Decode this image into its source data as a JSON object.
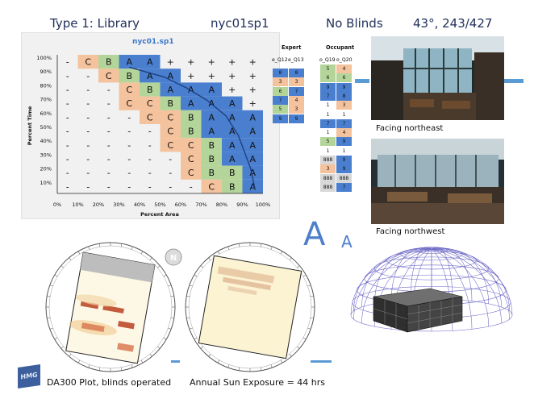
{
  "header": {
    "title": "Type 1: Library",
    "code": "nyc01sp1",
    "blinds": "No Blinds",
    "stats": "43°,  243/427"
  },
  "grid_plot": {
    "subtitle": "nyc01.sp1",
    "ylabel": "Percent Time",
    "xlabel": "Percent Area",
    "x_ticks": [
      "0%",
      "10%",
      "20%",
      "30%",
      "40%",
      "50%",
      "60%",
      "70%",
      "80%",
      "90%",
      "100%"
    ],
    "y_ticks": [
      "100%",
      "90%",
      "80%",
      "70%",
      "60%",
      "50%",
      "40%",
      "30%",
      "20%",
      "10%"
    ],
    "rows": [
      [
        "-",
        "C",
        "B",
        "A",
        "A",
        "+",
        "+",
        "+",
        "+",
        "+"
      ],
      [
        "-",
        "-",
        "C",
        "B",
        "A",
        "A",
        "+",
        "+",
        "+",
        "+"
      ],
      [
        "-",
        "-",
        "-",
        "C",
        "B",
        "A",
        "A",
        "A",
        "+",
        "+"
      ],
      [
        "-",
        "-",
        "-",
        "C",
        "C",
        "B",
        "A",
        "A",
        "A",
        "+"
      ],
      [
        "-",
        "-",
        "-",
        "-",
        "C",
        "C",
        "B",
        "A",
        "A",
        "A"
      ],
      [
        "-",
        "-",
        "-",
        "-",
        "-",
        "C",
        "B",
        "A",
        "A",
        "A"
      ],
      [
        "-",
        "-",
        "-",
        "-",
        "-",
        "C",
        "C",
        "B",
        "A",
        "A"
      ],
      [
        "-",
        "-",
        "-",
        "-",
        "-",
        "-",
        "C",
        "B",
        "A",
        "A"
      ],
      [
        "-",
        "-",
        "-",
        "-",
        "-",
        "-",
        "C",
        "B",
        "B",
        "A"
      ],
      [
        "-",
        "-",
        "-",
        "-",
        "-",
        "-",
        "-",
        "C",
        "B",
        "A"
      ]
    ],
    "colors": {
      "A": "#4a7fcf",
      "B": "#b4d59a",
      "C": "#f4c29c",
      "+": "#ffffff",
      "-": "#ffffff"
    }
  },
  "legend": {
    "expert_head": "Expert",
    "occupant_head": "Occupant",
    "cols": [
      "e_Q12",
      "e_Q13",
      "o_Q19",
      "o_Q20"
    ],
    "expert_rows": [
      [
        "8",
        "8",
        "#4a7fcf",
        "#4a7fcf"
      ],
      [
        "3",
        "3",
        "#f4c29c",
        "#f4c29c"
      ],
      [
        "6",
        "7",
        "#b4d59a",
        "#4a7fcf"
      ],
      [
        "7",
        "4",
        "#4a7fcf",
        "#f4c29c"
      ],
      [
        "5",
        "3",
        "#b4d59a",
        "#f4c29c"
      ],
      [
        "9",
        "9",
        "#4a7fcf",
        "#4a7fcf"
      ]
    ],
    "occupant_rows": [
      [
        "5",
        "4",
        "#b4d59a",
        "#f4c29c"
      ],
      [
        "6",
        "6",
        "#b4d59a",
        "#b4d59a"
      ],
      [
        "9",
        "9",
        "#4a7fcf",
        "#4a7fcf"
      ],
      [
        "7",
        "8",
        "#4a7fcf",
        "#4a7fcf"
      ],
      [
        "1",
        "3",
        "#ffffff",
        "#f4c29c"
      ],
      [
        "1",
        "1",
        "#ffffff",
        "#ffffff"
      ],
      [
        "7",
        "7",
        "#4a7fcf",
        "#4a7fcf"
      ],
      [
        "1",
        "4",
        "#ffffff",
        "#f4c29c"
      ],
      [
        "5",
        "9",
        "#b4d59a",
        "#4a7fcf"
      ],
      [
        "1",
        "1",
        "#ffffff",
        "#ffffff"
      ],
      [
        "888",
        "9",
        "#d8d8d8",
        "#4a7fcf"
      ],
      [
        "3",
        "9",
        "#f4c29c",
        "#4a7fcf"
      ],
      [
        "888",
        "888",
        "#d8d8d8",
        "#d8d8d8"
      ],
      [
        "888",
        "7",
        "#d8d8d8",
        "#4a7fcf"
      ]
    ]
  },
  "photos": {
    "top_caption": "Facing northeast",
    "bottom_caption": "Facing northwest"
  },
  "big_letters": {
    "large": "A",
    "small": "A"
  },
  "compass_label": "N",
  "bottom": {
    "logo_text": "HMG",
    "caption_left": "DA300 Plot, blinds operated",
    "caption_right": "Annual Sun Exposure = 44 hrs"
  }
}
